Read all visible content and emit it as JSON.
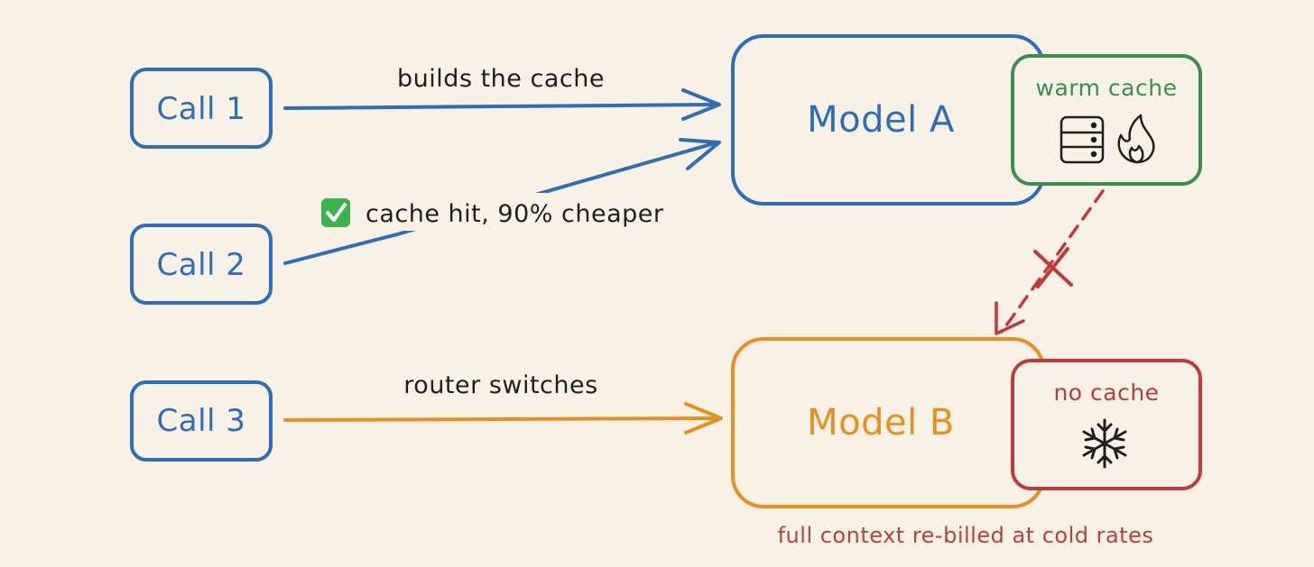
{
  "calls": [
    {
      "label": "Call 1"
    },
    {
      "label": "Call 2"
    },
    {
      "label": "Call 3"
    }
  ],
  "edges": {
    "call1": "builds the cache",
    "call2": "cache hit, 90% cheaper",
    "call3": "router switches"
  },
  "models": {
    "a": {
      "label": "Model A",
      "cache_label": "warm cache",
      "cache_icons": [
        "database-icon",
        "fire-icon"
      ]
    },
    "b": {
      "label": "Model B",
      "cache_label": "no cache",
      "cache_icons": [
        "snowflake-icon"
      ]
    }
  },
  "note": "full context re-billed at cold rates",
  "check_icon": "check-mark-icon",
  "colors": {
    "background": "#f8f1e6",
    "blue": "#2f6db8",
    "orange": "#e8901e",
    "green": "#3a8f4e",
    "red": "#c0393b",
    "check_green": "#3bb54a"
  }
}
